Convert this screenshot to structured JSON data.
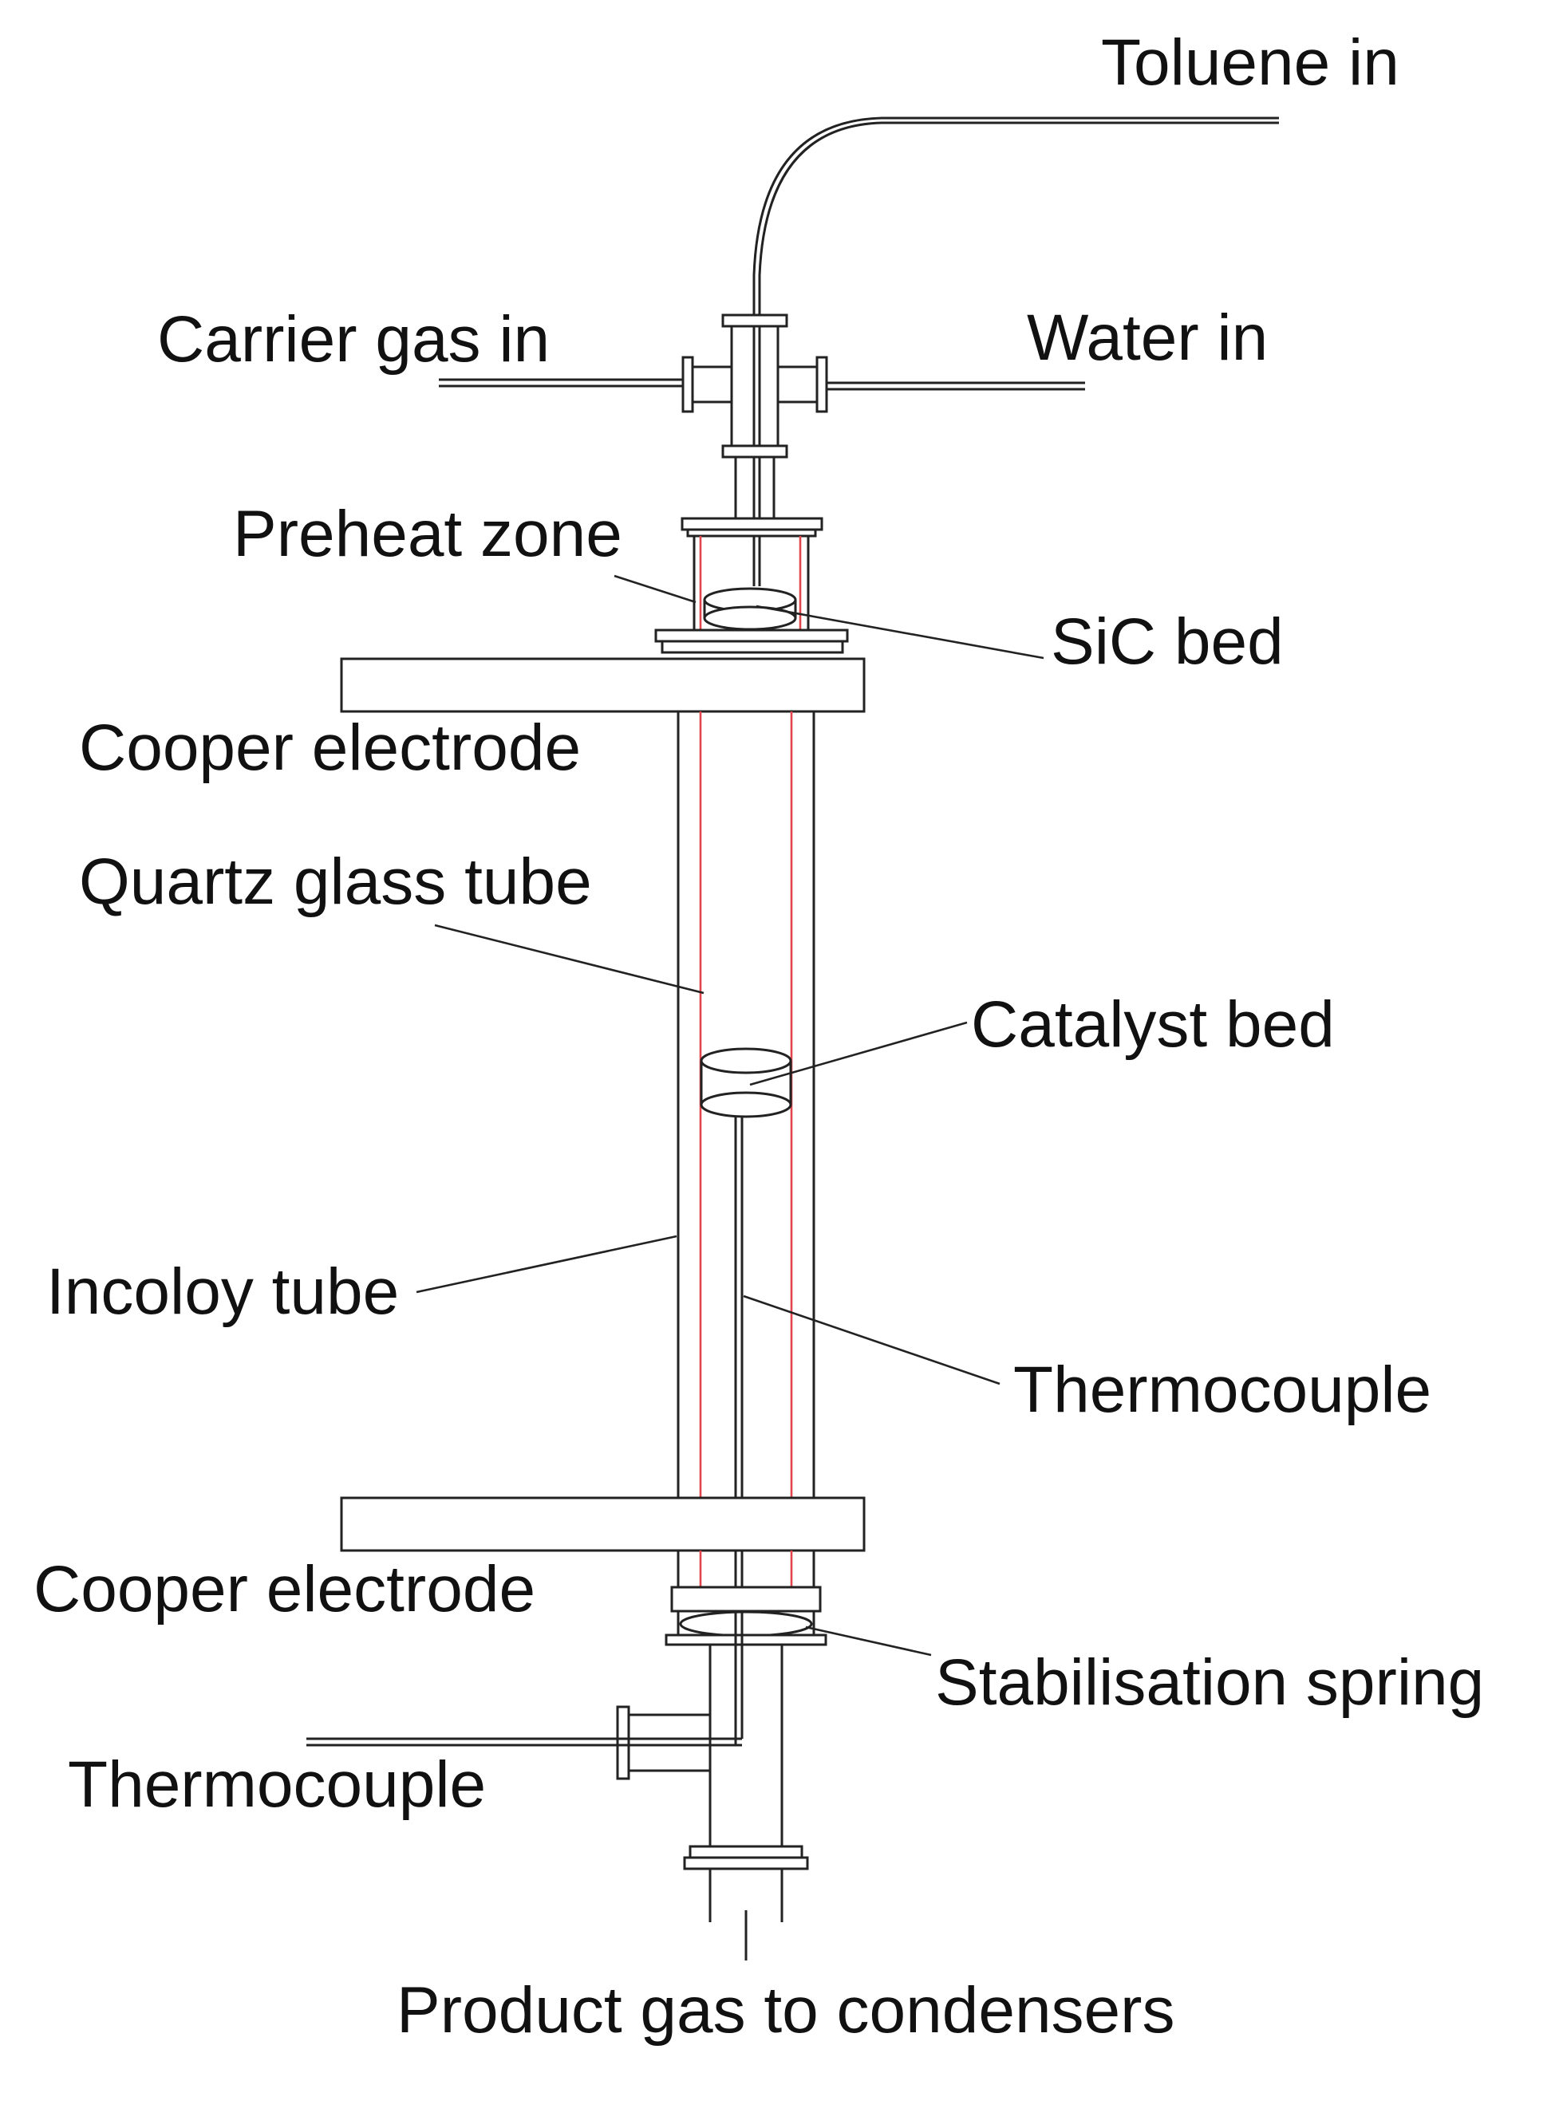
{
  "labels": {
    "toluene_in": "Toluene in",
    "carrier_gas_in": "Carrier gas in",
    "water_in": "Water in",
    "preheat_zone": "Preheat zone",
    "sic_bed": "SiC bed",
    "copper_electrode_top": "Cooper electrode",
    "quartz_glass_tube": "Quartz glass tube",
    "catalyst_bed": "Catalyst bed",
    "incoloy_tube": "Incoloy tube",
    "thermocouple_inner": "Thermocouple",
    "copper_electrode_bottom": "Cooper electrode",
    "stabilisation_spring": "Stabilisation spring",
    "thermocouple_side": "Thermocouple",
    "product_gas": "Product gas to condensers"
  },
  "colors": {
    "line": "#222222",
    "quartz_tube": "#e0464b",
    "background": "#ffffff"
  }
}
